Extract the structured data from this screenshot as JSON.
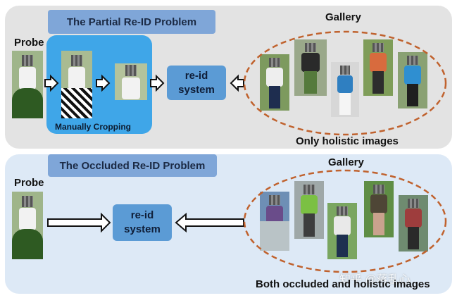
{
  "partial": {
    "title": "The Partial Re-ID Problem",
    "probe_label": "Probe",
    "gallery_label": "Gallery",
    "crop_label": "Manually Cropping",
    "reid_line1": "re-id",
    "reid_line2": "system",
    "gallery_caption": "Only holistic images"
  },
  "occluded": {
    "title": "The Occluded Re-ID Problem",
    "probe_label": "Probe",
    "gallery_label": "Gallery",
    "reid_line1": "re-id",
    "reid_line2": "system",
    "gallery_caption": "Both occluded and holistic images"
  },
  "watermark": "知乎 @蒋乱心",
  "colors": {
    "panel_top": "#e3e3e3",
    "panel_bottom": "#dde9f6",
    "title_box": "#7fa6d8",
    "reid_box": "#5b9bd5",
    "crop_area": "#3fa6e8",
    "ellipse": "#c0622e"
  }
}
